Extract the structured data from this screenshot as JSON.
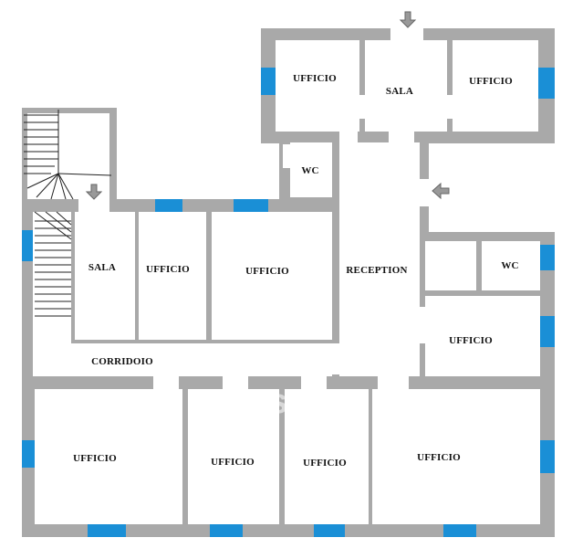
{
  "colors": {
    "wall": "#a9a9a9",
    "floor": "#ffffff",
    "window": "#1a8fd6",
    "arrow": "#999999",
    "stairs": "#222222"
  },
  "rooms": [
    {
      "key": "ufficio-top-left",
      "label": "UFFICIO"
    },
    {
      "key": "sala-top",
      "label": "SALA"
    },
    {
      "key": "ufficio-top-right",
      "label": "UFFICIO"
    },
    {
      "key": "wc-left",
      "label": "WC"
    },
    {
      "key": "sala-left",
      "label": "SALA"
    },
    {
      "key": "ufficio-mid-1",
      "label": "UFFICIO"
    },
    {
      "key": "ufficio-mid-2",
      "label": "UFFICIO"
    },
    {
      "key": "reception",
      "label": "RECEPTION"
    },
    {
      "key": "wc-right",
      "label": "WC"
    },
    {
      "key": "ufficio-right",
      "label": "UFFICIO"
    },
    {
      "key": "corridoio",
      "label": "CORRIDOIO"
    },
    {
      "key": "ufficio-bottom-1",
      "label": "UFFICIO"
    },
    {
      "key": "ufficio-bottom-2",
      "label": "UFFICIO"
    },
    {
      "key": "ufficio-bottom-3",
      "label": "UFFICIO"
    },
    {
      "key": "ufficio-bottom-4",
      "label": "UFFICIO"
    }
  ],
  "entrances": [
    "entrance-top",
    "entrance-stairs",
    "entrance-reception"
  ],
  "watermark": {
    "text": "casa.it",
    "icon": "house-logo-icon"
  }
}
